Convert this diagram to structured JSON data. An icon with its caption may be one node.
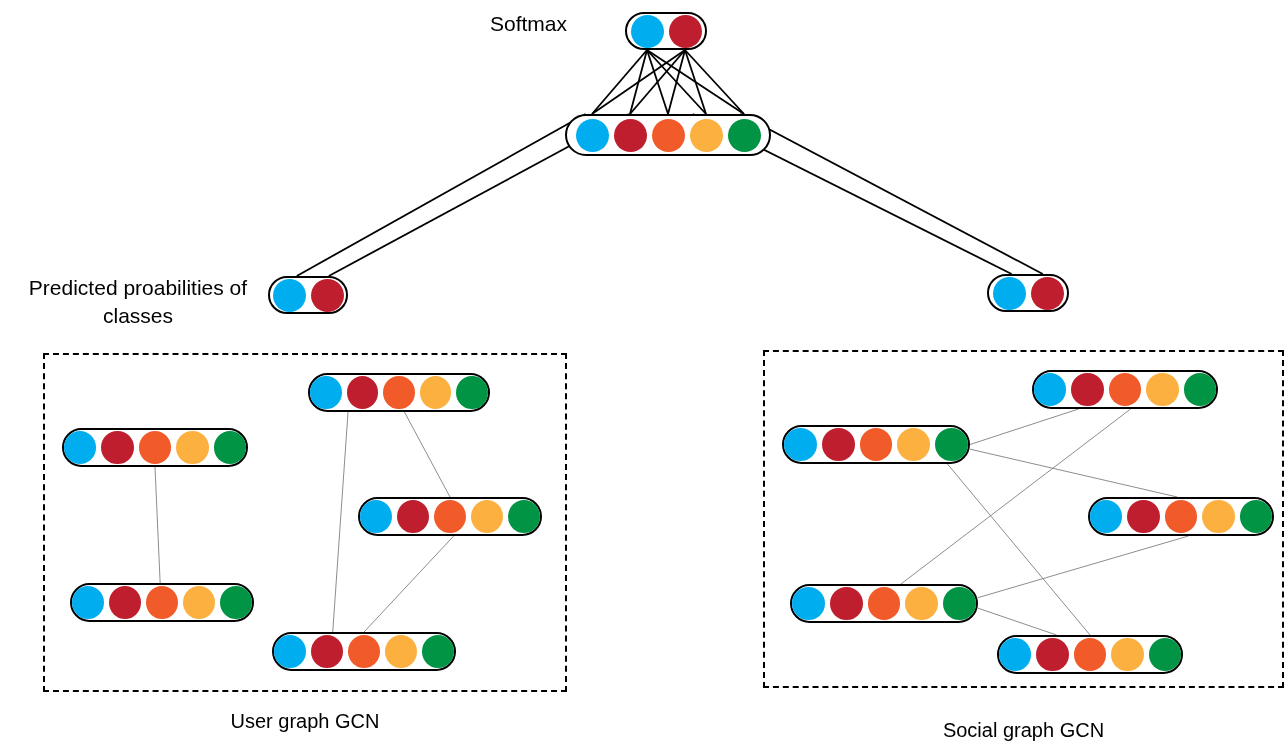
{
  "diagram": {
    "nodes": [
      {
        "text": [],
        "shape": "bar",
        "beside": [
          "Softmax"
        ]
      },
      {
        "text": [],
        "shape": "bar"
      },
      {
        "text": [],
        "shape": "bar",
        "beside": [
          "Predicted proabilities of classes"
        ]
      },
      {
        "text": [],
        "shape": "bar"
      },
      {
        "text": [
          "User graph GCN"
        ]
      },
      {
        "text": [],
        "shape": "bar",
        "in": 4
      },
      {
        "text": [],
        "shape": "bar",
        "in": 4
      },
      {
        "text": [],
        "shape": "bar",
        "in": 4
      },
      {
        "text": [],
        "shape": "bar",
        "in": 4
      },
      {
        "text": [],
        "shape": "bar",
        "in": 4
      },
      {
        "text": [
          "Social graph GCN"
        ]
      },
      {
        "text": [],
        "shape": "bar",
        "in": 10
      },
      {
        "text": [],
        "shape": "bar",
        "in": 10
      },
      {
        "text": [],
        "shape": "bar",
        "in": 10
      },
      {
        "text": [],
        "shape": "bar",
        "in": 10
      },
      {
        "text": [],
        "shape": "bar",
        "in": 10
      }
    ],
    "edges": [
      {
        "from": 1,
        "to": 0,
        "arrow": "none"
      },
      {
        "from": 1,
        "to": 0,
        "arrow": "none"
      },
      {
        "from": 1,
        "to": 0,
        "arrow": "none"
      },
      {
        "from": 1,
        "to": 0,
        "arrow": "none"
      },
      {
        "from": 1,
        "to": 0,
        "arrow": "none"
      },
      {
        "from": 1,
        "to": 0,
        "arrow": "none"
      },
      {
        "from": 1,
        "to": 0,
        "arrow": "none"
      },
      {
        "from": 1,
        "to": 0,
        "arrow": "none"
      },
      {
        "from": 1,
        "to": 0,
        "arrow": "none"
      },
      {
        "from": 1,
        "to": 0,
        "arrow": "none"
      },
      {
        "from": 1,
        "to": 2,
        "arrow": "none"
      },
      {
        "from": 1,
        "to": 2,
        "arrow": "none"
      },
      {
        "from": 1,
        "to": 3,
        "arrow": "none"
      },
      {
        "from": 1,
        "to": 3,
        "arrow": "none"
      },
      {
        "from": 6,
        "to": 8,
        "arrow": "none",
        "color": "#808080"
      },
      {
        "from": 5,
        "to": 9,
        "arrow": "none",
        "color": "#808080"
      },
      {
        "from": 5,
        "to": 7,
        "arrow": "none",
        "color": "#808080"
      },
      {
        "from": 7,
        "to": 9,
        "arrow": "none",
        "color": "#808080"
      },
      {
        "from": 12,
        "to": 11,
        "arrow": "none",
        "color": "#808080"
      },
      {
        "from": 11,
        "to": 14,
        "arrow": "none",
        "color": "#808080"
      },
      {
        "from": 12,
        "to": 13,
        "arrow": "none",
        "color": "#808080"
      },
      {
        "from": 12,
        "to": 15,
        "arrow": "none",
        "color": "#808080"
      },
      {
        "from": 13,
        "to": 14,
        "arrow": "none",
        "color": "#808080"
      },
      {
        "from": 14,
        "to": 15,
        "arrow": "none",
        "color": "#808080"
      }
    ]
  }
}
